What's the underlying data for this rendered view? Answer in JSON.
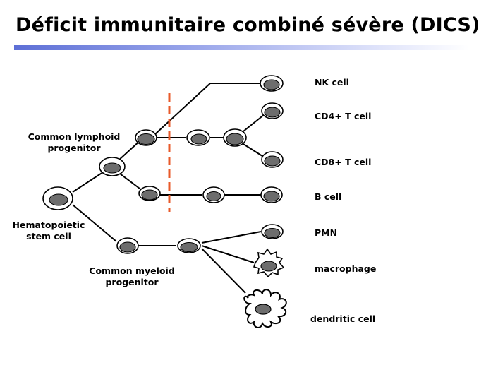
{
  "title": "Déficit immunitaire combiné sévère (DICS)",
  "labels": {
    "hsc": [
      "Hematopoietic",
      "stem cell"
    ],
    "clp": [
      "Common lymphoid",
      "progenitor"
    ],
    "cmp": [
      "Common myeloid",
      "progenitor"
    ]
  },
  "cell_types": {
    "nk": "NK cell",
    "cd4": "CD4+ T cell",
    "cd8": "CD8+ T cell",
    "b": "B cell",
    "pmn": "PMN",
    "macrophage": "macrophage",
    "dendritic": "dendritic cell"
  },
  "colors": {
    "block_line": "#e85a2a",
    "title_bar": "#5d6fd6",
    "nucleus": "#6d6d6d"
  }
}
